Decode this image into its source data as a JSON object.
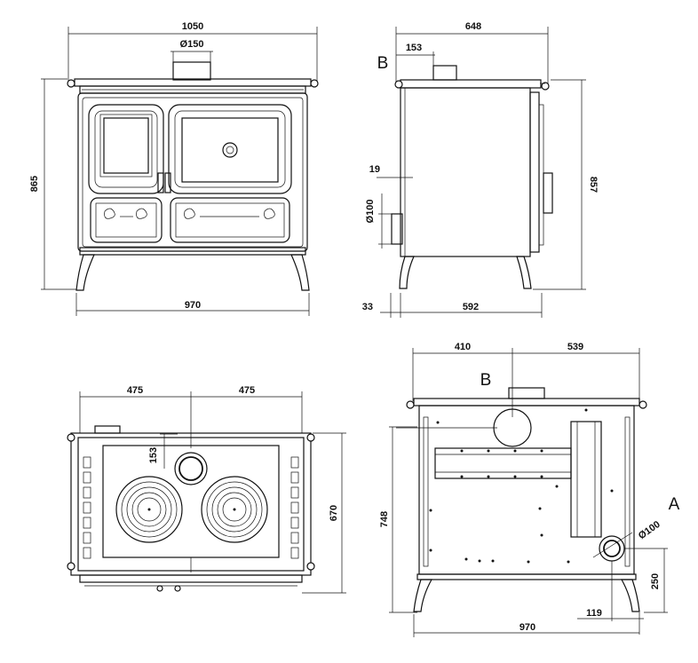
{
  "drawing": {
    "front": {
      "width_top": "1050",
      "flue": "Ø150",
      "height": "865",
      "width_bottom": "970"
    },
    "side": {
      "depth": "648",
      "flue_offset": "153",
      "label_b": "B",
      "offset_19": "19",
      "inlet": "Ø100",
      "height": "857",
      "leg_offset": "33",
      "leg_span": "592"
    },
    "top": {
      "half_left": "475",
      "half_right": "475",
      "flue_offset": "153",
      "depth": "670"
    },
    "rear": {
      "left": "410",
      "right": "539",
      "label_b": "B",
      "label_a": "A",
      "inlet": "Ø100",
      "height": "748",
      "inlet_height": "250",
      "inlet_offset": "119",
      "width": "970"
    }
  },
  "colors": {
    "line": "#111111",
    "background": "#ffffff"
  }
}
